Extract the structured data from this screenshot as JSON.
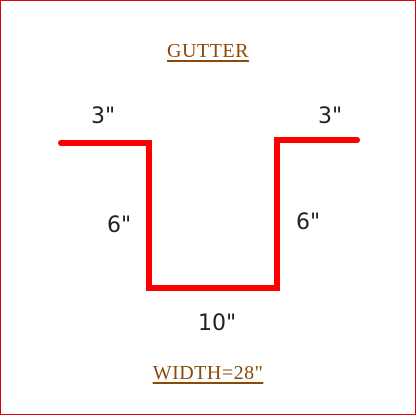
{
  "title": "GUTTER",
  "footer": "WIDTH=28\"",
  "dimensions": {
    "left_flange": "3\"",
    "right_flange": "3\"",
    "left_side": "6\"",
    "right_side": "6\"",
    "bottom": "10\""
  },
  "colors": {
    "border": "#e0000a",
    "profile": "#ff0000",
    "heading": "#8a4a08",
    "dimension_text": "#222222"
  }
}
